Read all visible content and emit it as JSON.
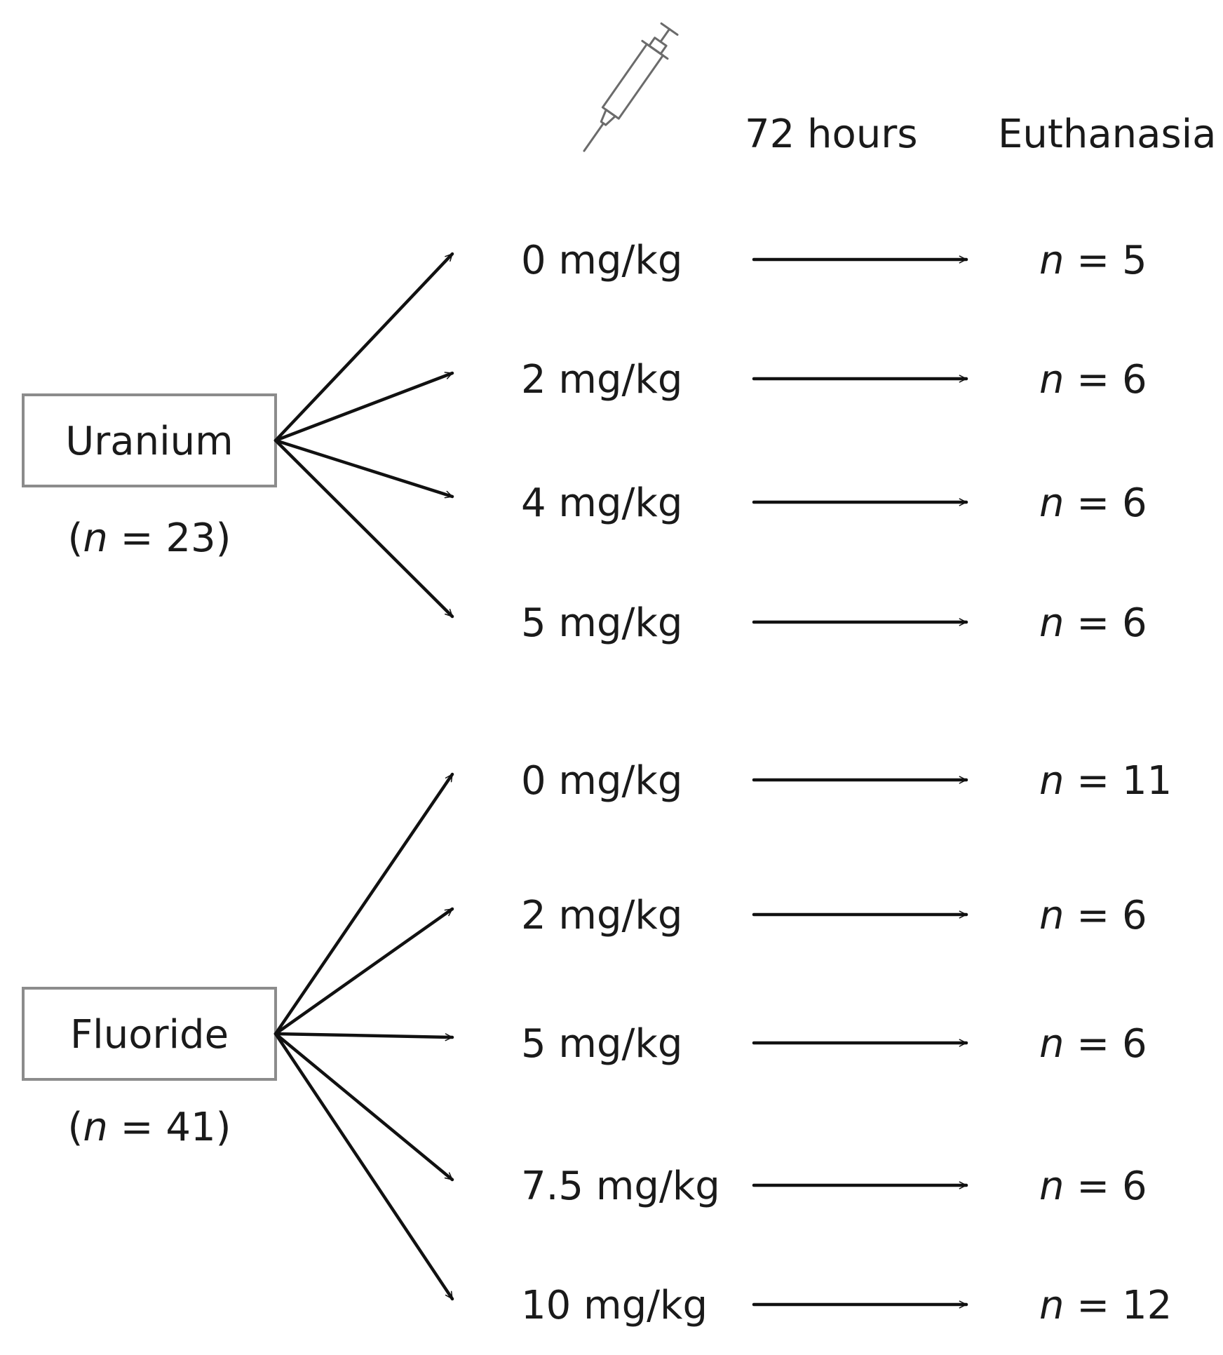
{
  "header": {
    "time_label": "72 hours",
    "endpoint_label": "Euthanasia",
    "injection_icon": "syringe-icon"
  },
  "groups": [
    {
      "name": "Uranium",
      "n_prefix": "(",
      "n_italic": "n",
      "n_suffix": " = 23)",
      "doses": [
        {
          "dose": "0 mg/kg",
          "n_italic": "n",
          "n_value": " = 5"
        },
        {
          "dose": "2 mg/kg",
          "n_italic": "n",
          "n_value": " = 6"
        },
        {
          "dose": "4 mg/kg",
          "n_italic": "n",
          "n_value": " = 6"
        },
        {
          "dose": "5 mg/kg",
          "n_italic": "n",
          "n_value": " = 6"
        }
      ]
    },
    {
      "name": "Fluoride",
      "n_prefix": "(",
      "n_italic": "n",
      "n_suffix": " = 41)",
      "doses": [
        {
          "dose": "0 mg/kg",
          "n_italic": "n",
          "n_value": " = 11"
        },
        {
          "dose": "2 mg/kg",
          "n_italic": "n",
          "n_value": " = 6"
        },
        {
          "dose": "5 mg/kg",
          "n_italic": "n",
          "n_value": " = 6"
        },
        {
          "dose": "7.5 mg/kg",
          "n_italic": "n",
          "n_value": " = 6"
        },
        {
          "dose": "10 mg/kg",
          "n_italic": "n",
          "n_value": " = 12"
        }
      ]
    }
  ]
}
